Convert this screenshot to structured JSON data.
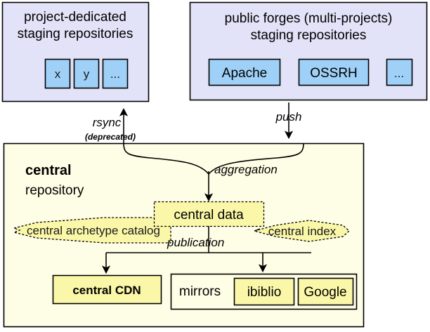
{
  "diagram": {
    "title": "Maven central repository aggregation and publication flow",
    "colors": {
      "staging_panel_fill": "#e2e2f8",
      "staging_item_fill": "#9fd0f7",
      "central_panel_fill": "#fefee6",
      "central_node_fill": "#fbf7a8",
      "stroke": "#000000"
    },
    "staging_groups": [
      {
        "id": "project-dedicated",
        "title_lines": [
          "project-dedicated",
          "staging repositories"
        ],
        "items": [
          "x",
          "y",
          "..."
        ]
      },
      {
        "id": "public-forges",
        "title_lines": [
          "public forges (multi-projects)",
          "staging repositories"
        ],
        "items": [
          "Apache",
          "OSSRH",
          "..."
        ]
      }
    ],
    "central": {
      "title_lines": [
        "central",
        "repository"
      ],
      "data_node": "central data",
      "archetype_node": "central archetype catalog",
      "index_node": "central index",
      "cdn_node": "central CDN",
      "mirrors_label": "mirrors",
      "mirrors": [
        "ibiblio",
        "Google"
      ]
    },
    "edges": {
      "rsync": "rsync",
      "rsync_note": "(deprecated)",
      "push": "push",
      "aggregation": "aggregation",
      "publication": "publication"
    }
  }
}
